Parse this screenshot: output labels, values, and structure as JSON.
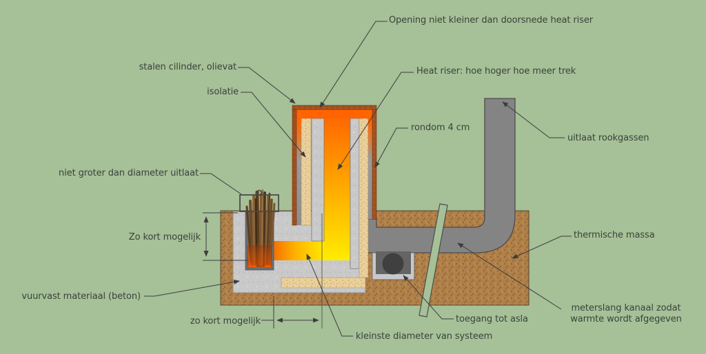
{
  "diagram": {
    "type": "rocket-stove-cross-section",
    "labels": {
      "opening": "Opening niet kleiner dan doorsnede heat riser",
      "stalen_cilinder": "stalen cilinder, olievat",
      "isolatie": "isolatie",
      "heat_riser": "Heat riser: hoe hoger hoe meer trek",
      "rondom": "rondom 4 cm",
      "uitlaat": "uitlaat rookgassen",
      "niet_groter": "niet groter dan diameter uitlaat",
      "zo_kort_verticaal": "Zo kort mogelijk",
      "vuurvast": "vuurvast materiaal (beton)",
      "zo_kort_horizontaal": "zo kort mogelijk",
      "kleinste_diameter": "kleinste diameter van systeem",
      "toegang_asla": "toegang tot asla",
      "meterslang_regel1": "meterslang kanaal zodat",
      "meterslang_regel2": "warmte wordt afgegeven",
      "thermische_massa": "thermische massa"
    },
    "colors": {
      "background": "#a6c098",
      "barrel_rust": "#a3511f",
      "fire_top": "#ff6400",
      "fire_bottom": "#ffec00",
      "insulation_tan": "#e9d09c",
      "concrete_gray": "#c9c9c9",
      "duct_gray": "#848484",
      "thermal_mass_brown": "#b08049",
      "label_text": "#39423a"
    }
  }
}
